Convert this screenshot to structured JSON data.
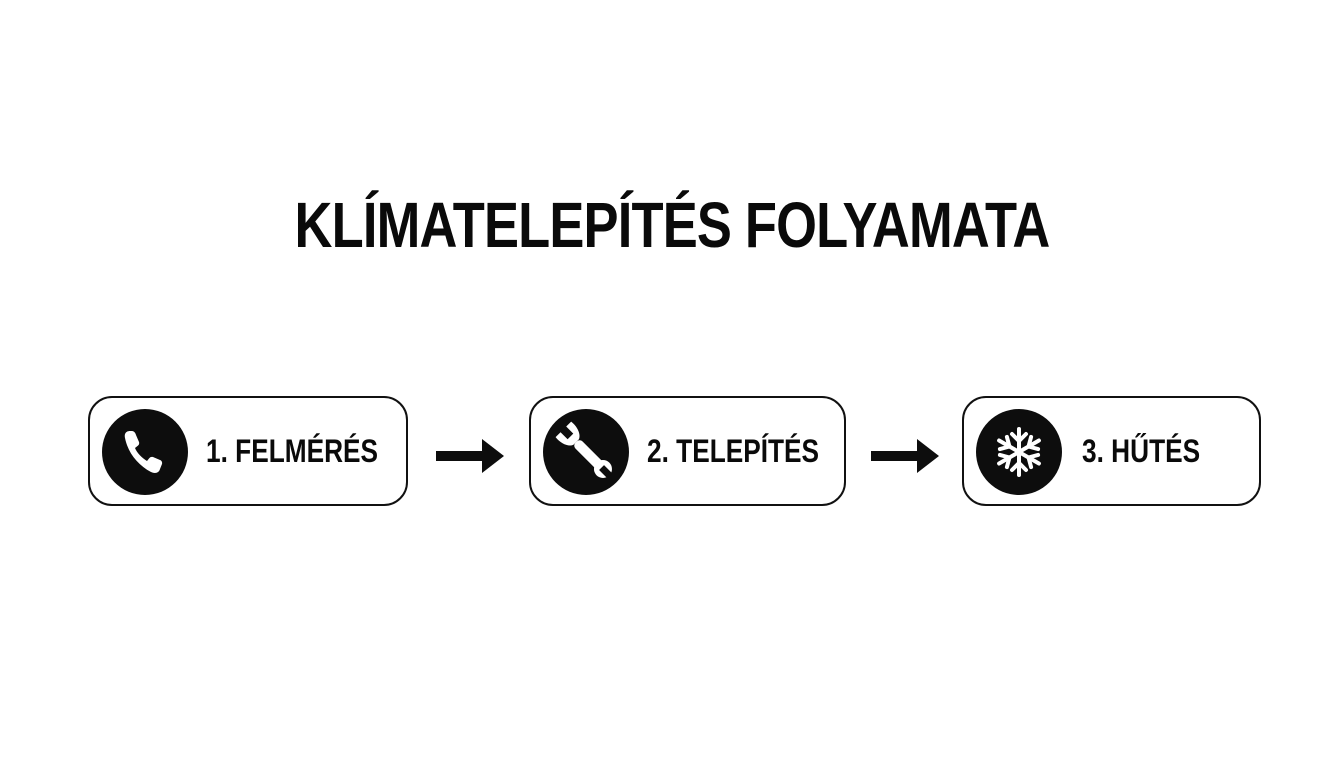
{
  "title": "KLÍMATELEPÍTÉS FOLYAMATA",
  "steps": [
    {
      "label": "1. FELMÉRÉS",
      "icon": "phone-icon"
    },
    {
      "label": "2. TELEPÍTÉS",
      "icon": "wrench-icon"
    },
    {
      "label": "3. HŰTÉS",
      "icon": "snowflake-icon"
    }
  ],
  "colors": {
    "ink": "#0d0d0d",
    "background": "#ffffff"
  }
}
